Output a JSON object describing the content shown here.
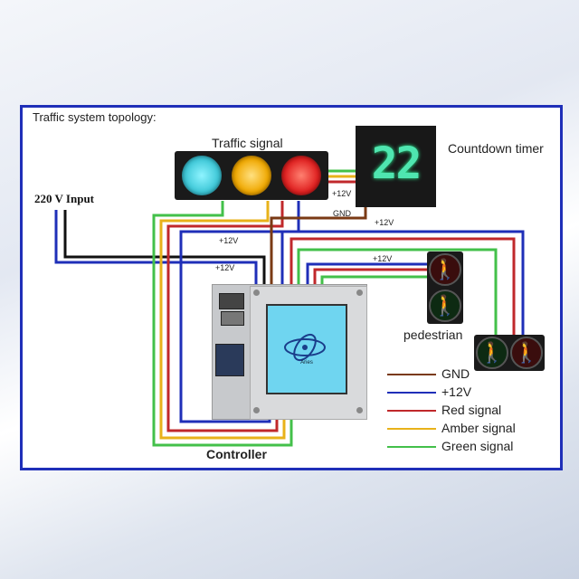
{
  "diagram": {
    "title": "Traffic system topology:",
    "input_label": "220 V Input",
    "traffic_signal_label": "Traffic signal",
    "countdown_label": "Countdown timer",
    "countdown_value": "22",
    "pedestrian_label": "pedestrian",
    "controller_label": "Controller",
    "controller_screen_text": "Aries",
    "wire_labels": {
      "plus12v_a": "+12V",
      "plus12v_b": "+12V",
      "plus12v_c": "+12V",
      "plus12v_d": "+12V",
      "plus12v_e": "+12V",
      "gnd": "GND"
    },
    "legend": [
      {
        "label": "GND",
        "color": "#7a3a14"
      },
      {
        "label": "+12V",
        "color": "#1f2fb8"
      },
      {
        "label": "Red signal",
        "color": "#c0282b"
      },
      {
        "label": "Amber signal",
        "color": "#e8b21a"
      },
      {
        "label": "Green signal",
        "color": "#43c04a"
      }
    ],
    "lamp_colors": {
      "cyan": "#3ec8d8",
      "amber": "#f0a800",
      "red": "#e02020"
    },
    "ped_icons": {
      "stop": "🚶",
      "walk": "🚶"
    }
  }
}
